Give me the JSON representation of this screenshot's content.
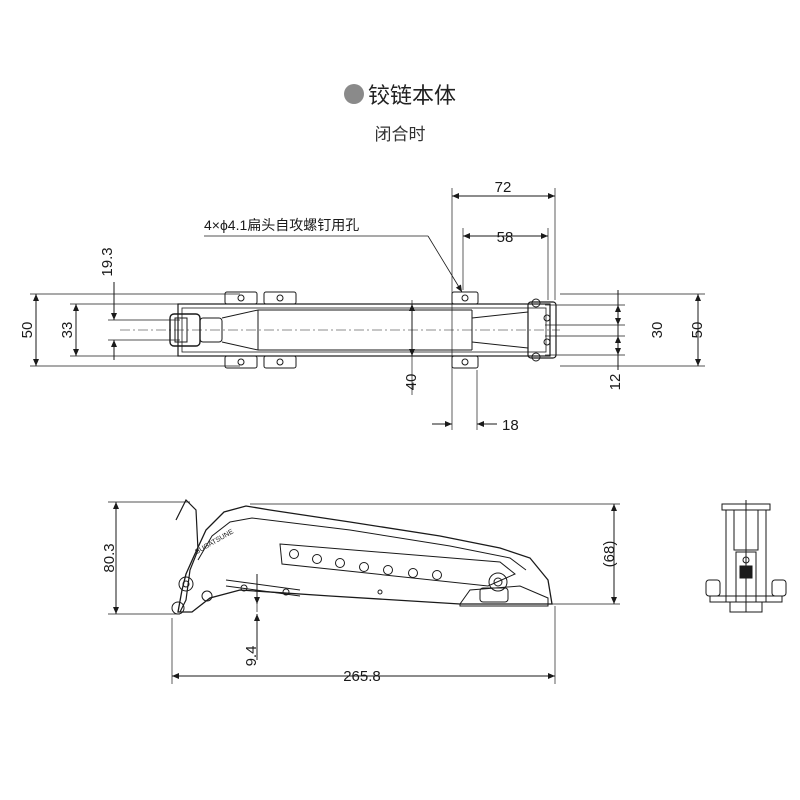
{
  "title": "铰链本体",
  "subtitle": "闭合时",
  "colors": {
    "line": "#1a1a1a",
    "bullet": "#8a8a8a",
    "dim": "#333333"
  },
  "callout": "4×ϕ4.1扁头自攻螺钉用孔",
  "top_view": {
    "dims": {
      "width_72": "72",
      "width_58": "58",
      "height_19_3": "19.3",
      "left_50": "50",
      "left_33": "33",
      "right_30": "30",
      "right_50": "50",
      "v_40": "40",
      "right_12": "12",
      "bottom_18": "18"
    }
  },
  "side_view": {
    "dims": {
      "height_80_3": "80.3",
      "height_68": "(68)",
      "depth_9_4": "9.4",
      "length_265_8": "265.8"
    }
  }
}
